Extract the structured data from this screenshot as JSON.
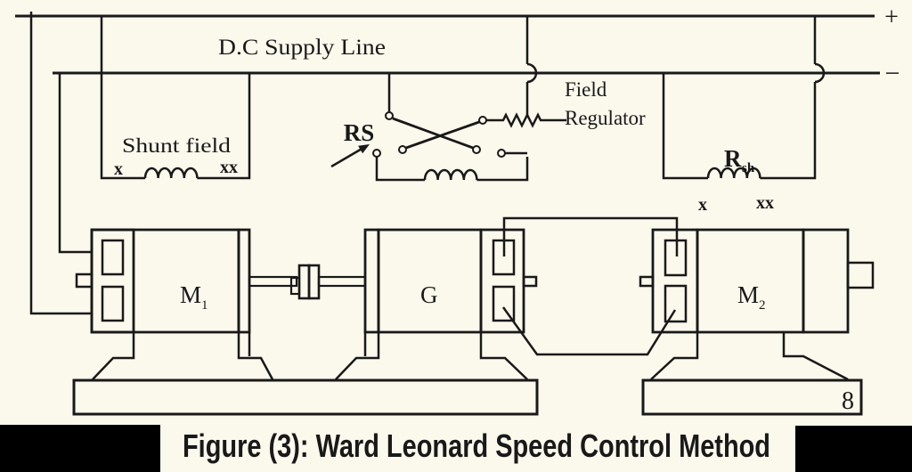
{
  "diagram": {
    "supply": {
      "label": "D.C Supply Line",
      "positive_symbol": "+",
      "negative_symbol": "−"
    },
    "motor1_field": {
      "label": "Shunt field",
      "terminal_start": "x",
      "terminal_end": "xx"
    },
    "reversing_switch": {
      "label": "RS"
    },
    "field_regulator": {
      "label_line1": "Field",
      "label_line2": "Regulator"
    },
    "motor2_field": {
      "label_main": "R",
      "label_subscript": "sh",
      "terminal_start": "x",
      "terminal_end": "xx"
    },
    "machines": {
      "motor1_label": "M",
      "motor1_subscript": "1",
      "generator_label": "G",
      "motor2_label": "M",
      "motor2_subscript": "2"
    },
    "page_number": "8"
  },
  "caption": {
    "text": "Figure (3): Ward Leonard Speed Control Method"
  },
  "colors": {
    "background": "#fbf8ec",
    "ink": "#191919",
    "caption_bar": "#000000"
  }
}
